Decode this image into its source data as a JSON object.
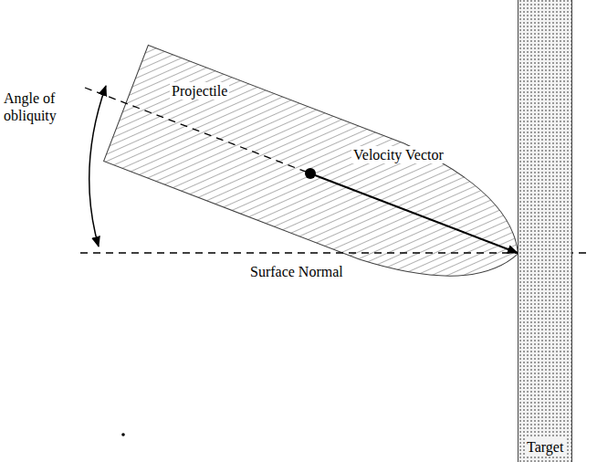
{
  "diagram": {
    "nodes": [
      {
        "text": [
          "Target"
        ]
      }
    ],
    "labels": [
      "Angle of obliquity",
      "Projectile",
      "Velocity Vector",
      "Surface Normal"
    ]
  }
}
